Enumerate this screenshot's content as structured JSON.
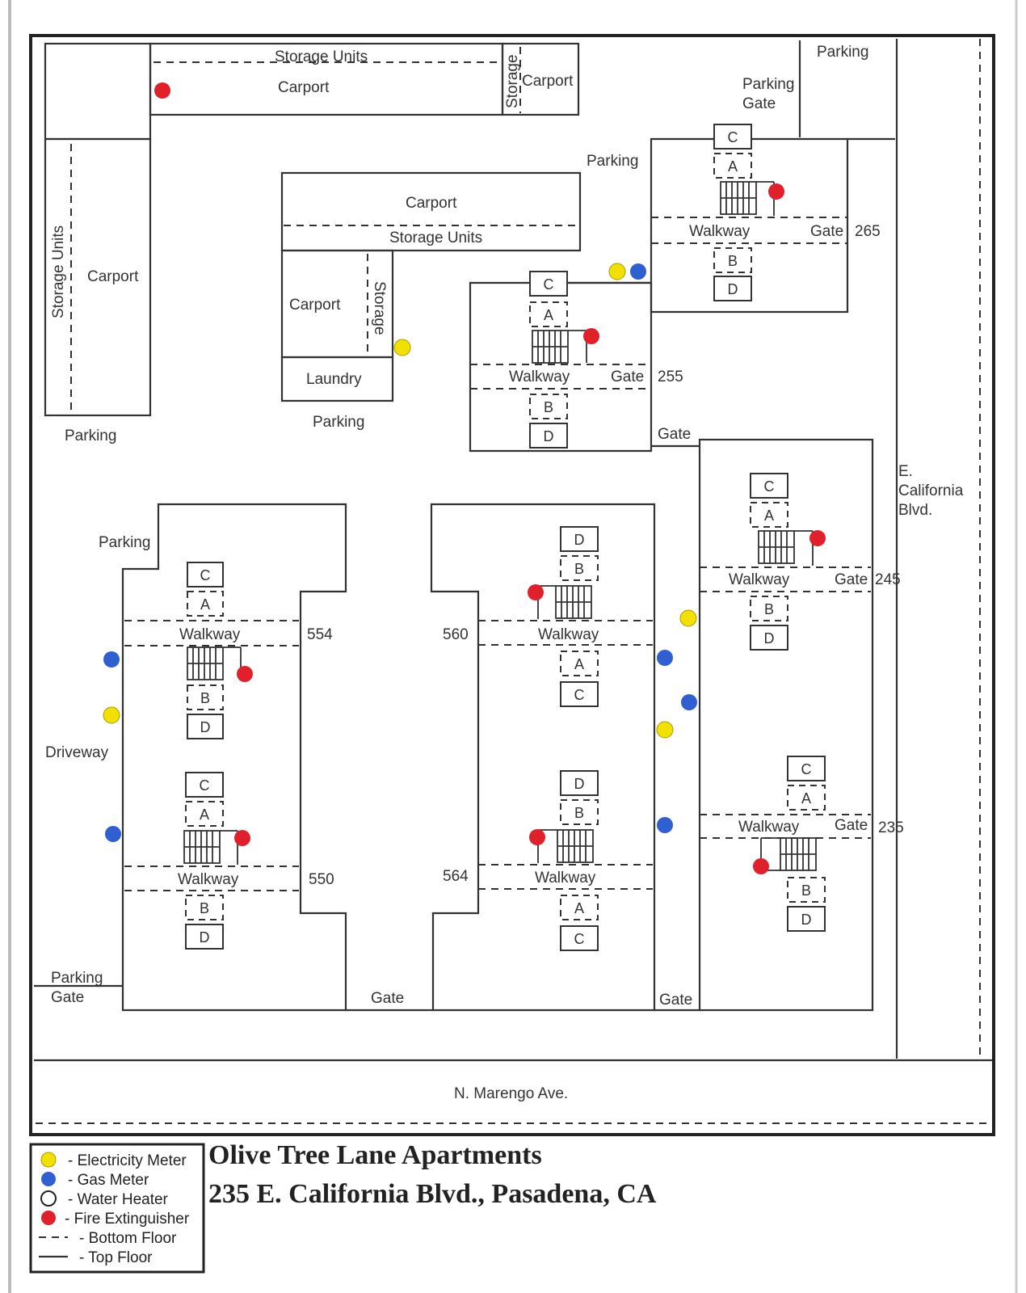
{
  "title": {
    "name": "Olive Tree Lane Apartments",
    "address": "235 E. California Blvd., Pasadena, CA"
  },
  "legend": {
    "items": [
      {
        "symbol": "electricity-meter",
        "color": "#f2e000",
        "label": "- Electricity Meter"
      },
      {
        "symbol": "gas-meter",
        "color": "#2f5fd0",
        "label": "- Gas Meter"
      },
      {
        "symbol": "water-heater",
        "color": "#ffffff",
        "label": "- Water Heater"
      },
      {
        "symbol": "fire-extinguisher",
        "color": "#e0202a",
        "label": "- Fire Extinguisher"
      },
      {
        "symbol": "dashed-line",
        "label": "- Bottom Floor"
      },
      {
        "symbol": "solid-line",
        "label": "- Top Floor"
      }
    ]
  },
  "labels": {
    "storage_units": "Storage Units",
    "carport": "Carport",
    "storage": "Storage",
    "parking": "Parking",
    "parking_gate_1": "Parking",
    "parking_gate_2": "Gate",
    "laundry": "Laundry",
    "walkway": "Walkway",
    "gate": "Gate",
    "driveway": "Driveway",
    "street_bottom": "N. Marengo Ave.",
    "street_right_1": "E.",
    "street_right_2": "California",
    "street_right_3": "Blvd."
  },
  "buildings": [
    {
      "number": "265"
    },
    {
      "number": "255"
    },
    {
      "number": "245"
    },
    {
      "number": "235"
    },
    {
      "number": "554"
    },
    {
      "number": "550"
    },
    {
      "number": "560"
    },
    {
      "number": "564"
    }
  ],
  "units": {
    "a": "A",
    "b": "B",
    "c": "C",
    "d": "D"
  },
  "colors": {
    "electricity": "#f2e000",
    "gas": "#2f5fd0",
    "fire": "#e0202a"
  }
}
